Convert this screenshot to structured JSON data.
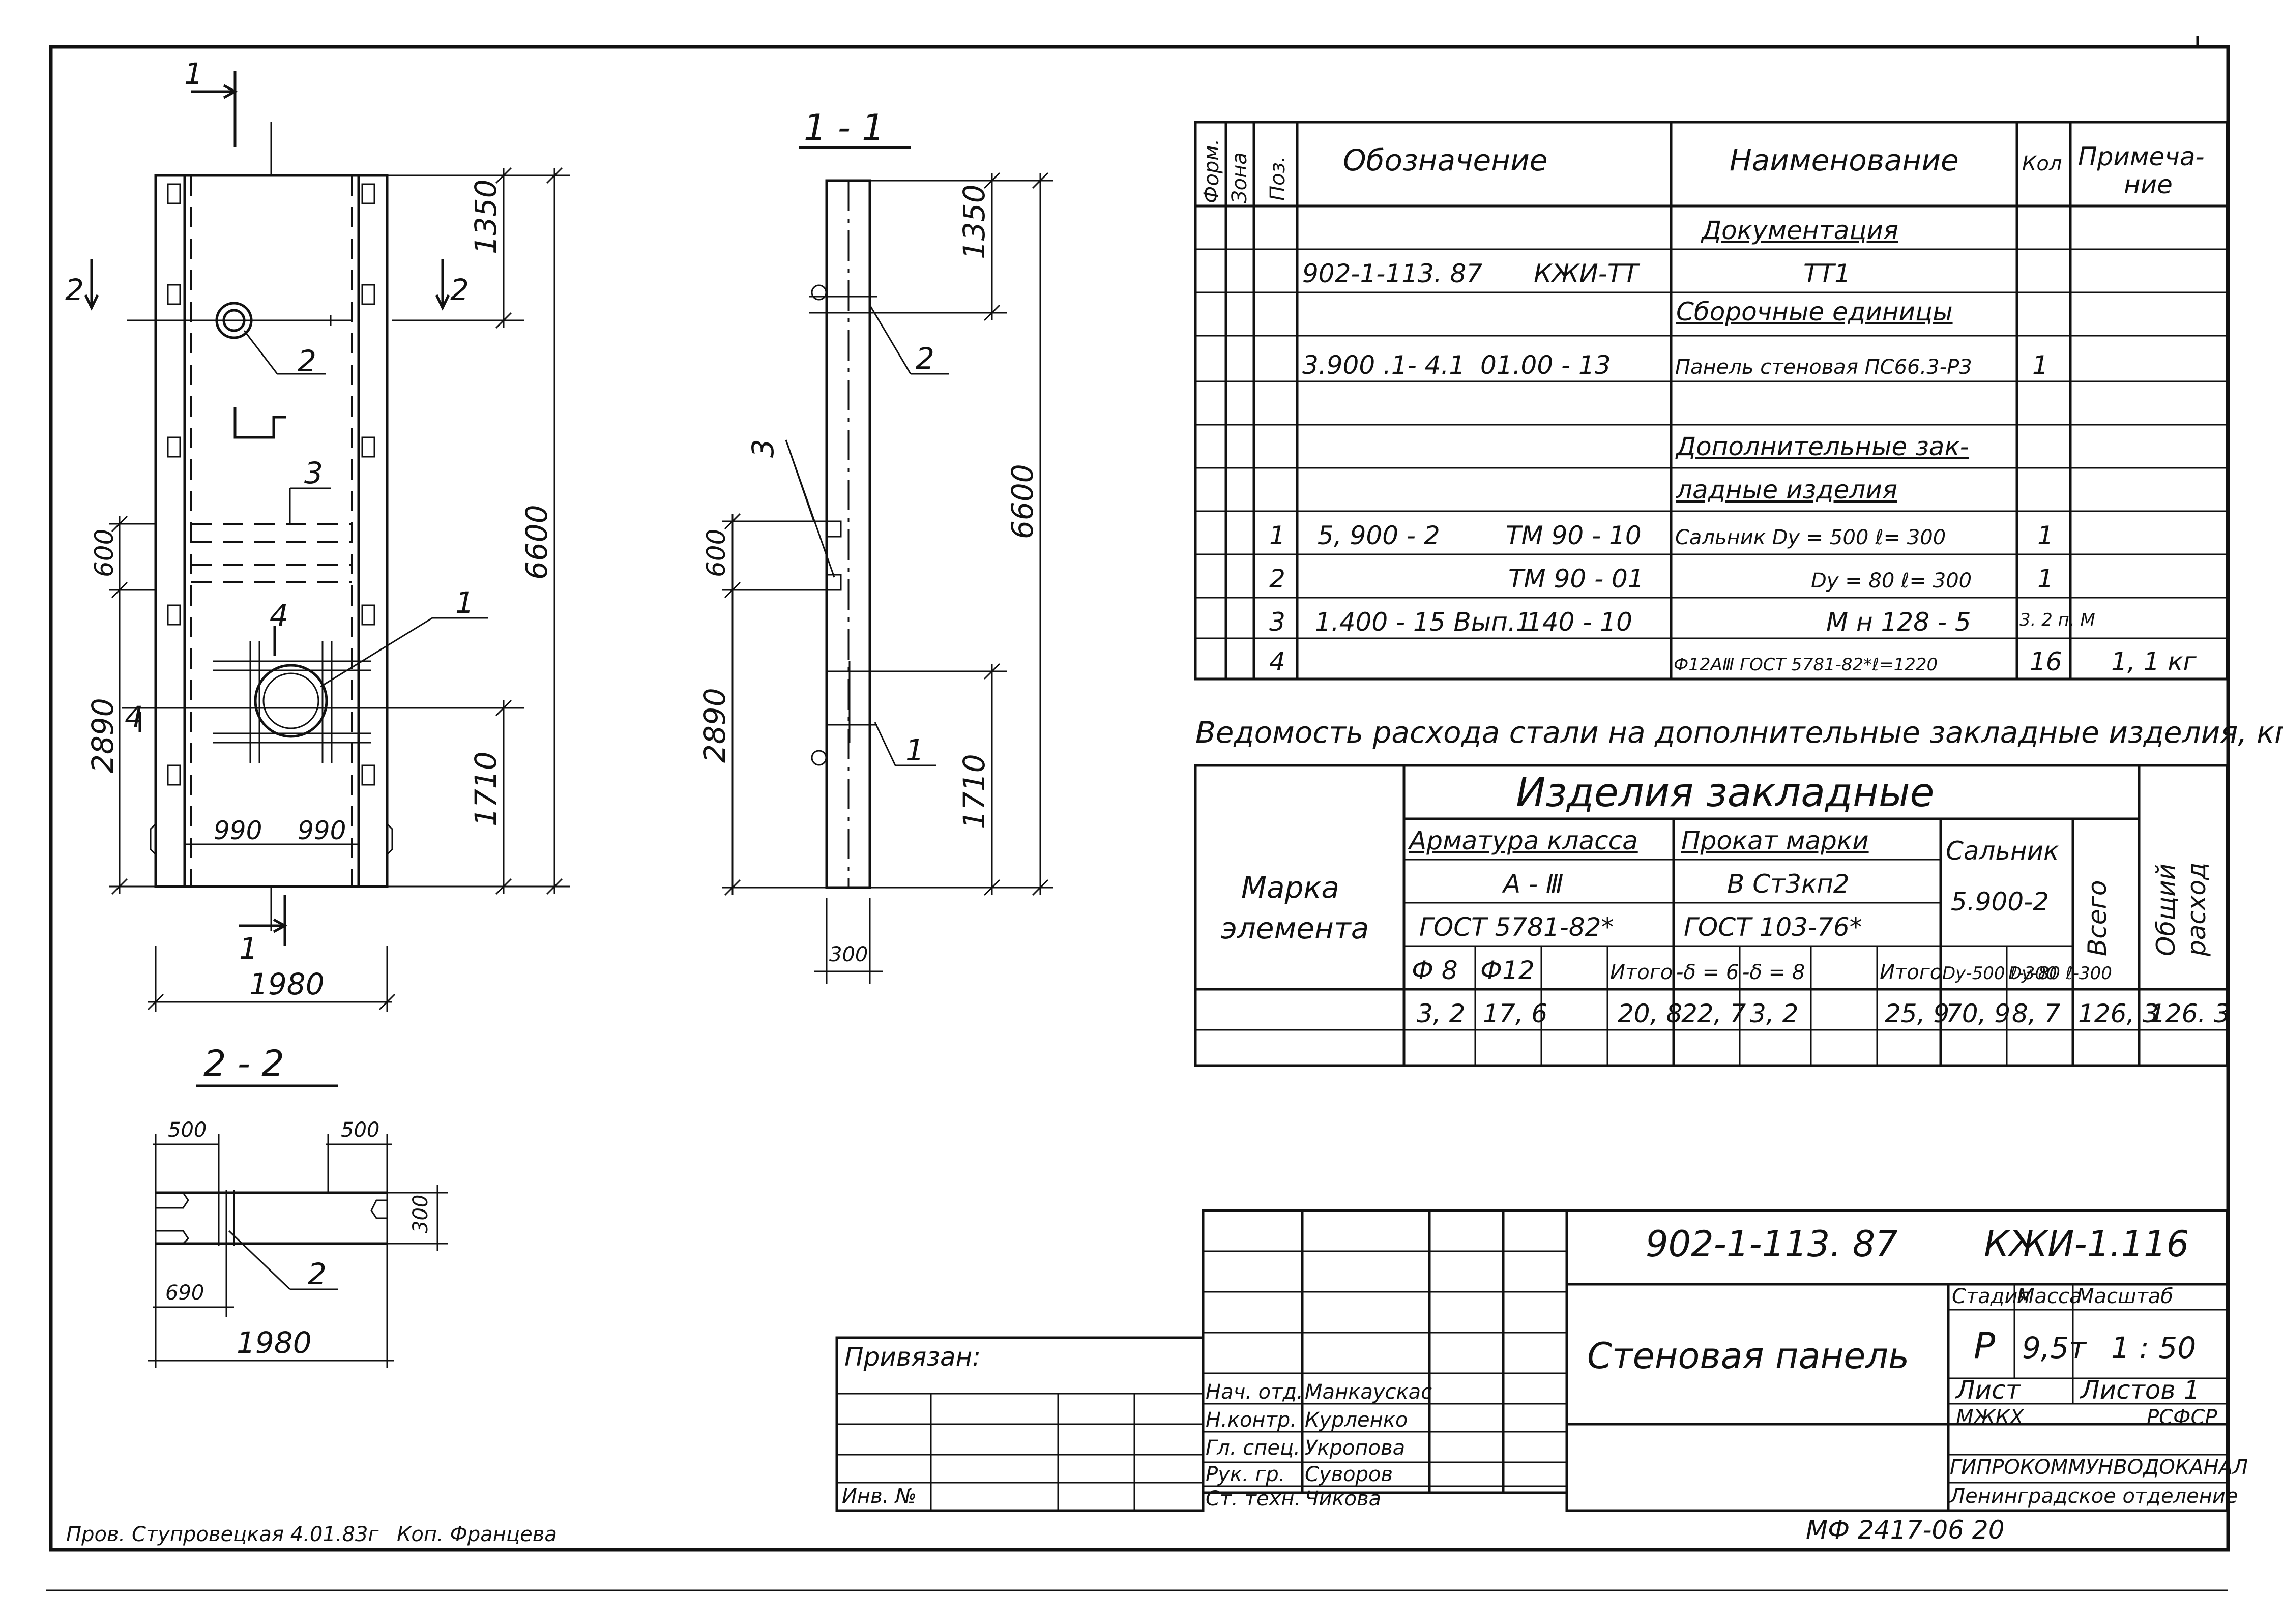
{
  "spec_table": {
    "headers": {
      "format": "Форм.",
      "zone": "Зона",
      "pos": "Поз.",
      "designation": "Обозначение",
      "name": "Наименование",
      "qty": "Кол",
      "note_line1": "Примеча-",
      "note_line2": "ние"
    },
    "rows": [
      {
        "pos": "",
        "designation": "",
        "designation2": "",
        "name": "Документация",
        "qty": "",
        "note": ""
      },
      {
        "pos": "",
        "designation": "902-1-113. 87",
        "designation2": "КЖИ-ТТ",
        "name": "ТТ1",
        "qty": "",
        "note": ""
      },
      {
        "pos": "",
        "designation": "",
        "designation2": "",
        "name": "Сборочные единицы",
        "qty": "",
        "note": ""
      },
      {
        "pos": "",
        "designation": "3.900 .1- 4.1",
        "designation2": "01.00 - 13",
        "name": "Панель стеновая ПС66.3-Р3",
        "qty": "1",
        "note": ""
      },
      {
        "pos": "",
        "designation": "",
        "designation2": "",
        "name": "",
        "qty": "",
        "note": ""
      },
      {
        "pos": "",
        "designation": "",
        "designation2": "",
        "name": "Дополнительные зак-",
        "qty": "",
        "note": ""
      },
      {
        "pos": "",
        "designation": "",
        "designation2": "",
        "name": "ладные изделия",
        "qty": "",
        "note": ""
      },
      {
        "pos": "1",
        "designation": "5, 900 - 2",
        "designation2": "ТМ 90 - 10",
        "name": "Сальник Dу = 500 ℓ= 300",
        "qty": "1",
        "note": ""
      },
      {
        "pos": "2",
        "designation": "",
        "designation2": "ТМ 90 - 01",
        "name": "Dу = 80 ℓ= 300",
        "qty": "1",
        "note": ""
      },
      {
        "pos": "3",
        "designation": "1.400 - 15 Вып.1",
        "designation2": "140 - 10",
        "name": "М н 128 - 5",
        "qty": "3. 2 п. М",
        "note": ""
      },
      {
        "pos": "4",
        "designation": "",
        "designation2": "",
        "name": "Ф12АⅢ ГОСТ 5781-82*ℓ=1220",
        "qty": "16",
        "note": "1, 1 кг"
      }
    ]
  },
  "steel_table": {
    "title": "Ведомость расхода стали на дополнительные закладные изделия, кг",
    "group_header": "Изделия закладные",
    "mark_label_line1": "Марка",
    "mark_label_line2": "элемента",
    "arm_class": "Арматура класса",
    "arm_grade": "А - Ⅲ",
    "arm_gost": "ГОСТ 5781-82*",
    "prokat_mark": "Прокат марки",
    "prokat_grade": "В Ст3кп2",
    "prokat_gost": "ГОСТ 103-76*",
    "salnik_label": "Сальник",
    "salnik_doc": "5.900-2",
    "total_label": "Всего",
    "general_line1": "Общий",
    "general_line2": "расход",
    "sub_headers": [
      "Ф 8",
      "Ф12",
      "",
      "Итого",
      "-δ = 6",
      "-δ = 8",
      "",
      "Итого",
      "Dу-500 ℓ-300",
      "Dу-80 ℓ-300"
    ],
    "values": [
      "3, 2",
      "17, 6",
      "",
      "20, 8",
      "22, 7",
      "3, 2",
      "",
      "25, 9",
      "70, 9",
      "8, 7",
      "126, 3",
      "126. 3"
    ]
  },
  "title_block": {
    "doc_code": "902-1-113. 87",
    "sheet_code": "КЖИ-1.116",
    "title": "Стеновая панель",
    "stage_label": "Стадия",
    "mass_label": "Масса",
    "scale_label": "Масштаб",
    "stage": "Р",
    "mass": "9,5т",
    "scale": "1 : 50",
    "sheet_label": "Лист",
    "sheets_label": "Листов 1",
    "org1_left": "МЖКХ",
    "org1_right": "РСФСР",
    "org2": "ГИПРОКОММУНВОДОКАНАЛ",
    "org3": "Ленинградское отделение",
    "attached_label": "Привязан:",
    "inv_label": "Инв. №",
    "signers": [
      {
        "role": "Нач. отд.",
        "name": "Манкаускас"
      },
      {
        "role": "Н.контр.",
        "name": "Курленко"
      },
      {
        "role": "Гл. спец.",
        "name": "Укропова"
      },
      {
        "role": "Рук. гр.",
        "name": "Суворов"
      },
      {
        "role": "Ст. техн.",
        "name": "Чикова"
      }
    ],
    "bottom_code": "МФ 2417-06 20",
    "checked_note": "Пров. Ступровецкая 4.01.83г",
    "copy_note": "Коп. Францева"
  },
  "drawing": {
    "view1_labels": {
      "cut1_top": "1",
      "cut1_bottom": "1",
      "cut2_left": "2",
      "cut2_right": "2",
      "cut4_left": "4",
      "cut4_top": "4",
      "callout1": "1",
      "callout2": "2",
      "callout3": "3",
      "dim_1350": "1350",
      "dim_6600": "6600",
      "dim_600": "600",
      "dim_2890": "2890",
      "dim_1710": "1710",
      "dim_990a": "990",
      "dim_990b": "990",
      "dim_1980": "1980"
    },
    "view2_labels": {
      "title": "1 - 1",
      "dim_1350": "1350",
      "dim_6600": "6600",
      "dim_600": "600",
      "dim_2890": "2890",
      "dim_1710": "1710",
      "dim_300": "300",
      "callout1": "1",
      "callout2": "2",
      "callout3": "3"
    },
    "view3_labels": {
      "title": "2 - 2",
      "dim_500a": "500",
      "dim_500b": "500",
      "dim_300": "300",
      "dim_690": "690",
      "dim_1980": "1980",
      "callout2": "2"
    }
  }
}
